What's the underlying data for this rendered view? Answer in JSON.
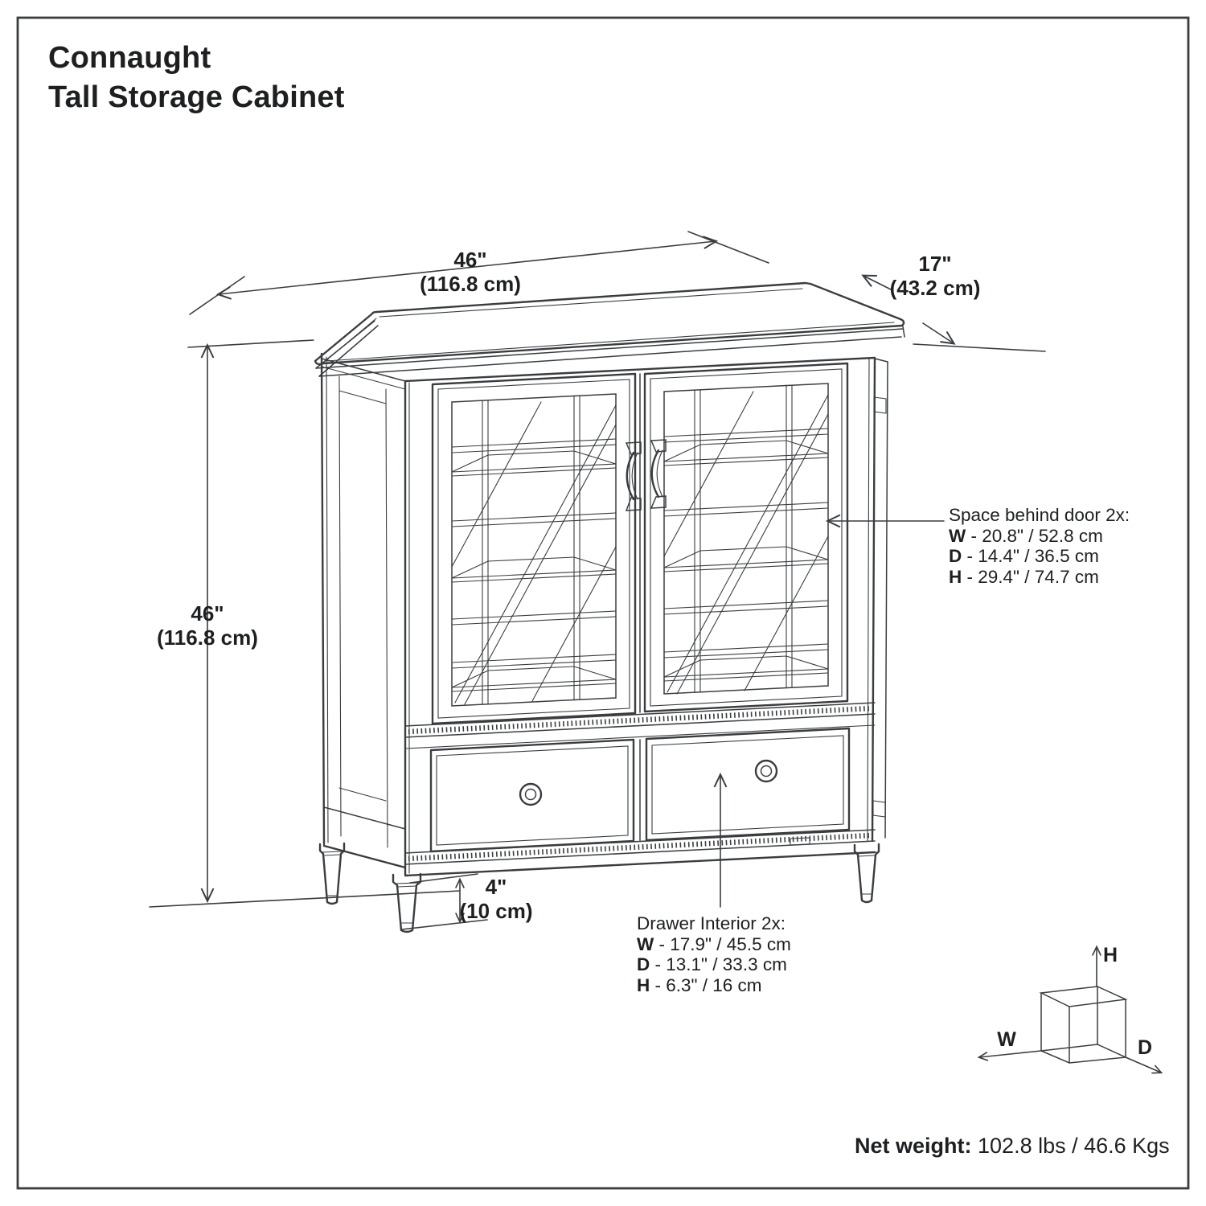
{
  "title": {
    "line1": "Connaught",
    "line2": "Tall Storage Cabinet"
  },
  "dims": {
    "width": {
      "in": "46\"",
      "cm": "(116.8 cm)"
    },
    "depth": {
      "in": "17\"",
      "cm": "(43.2 cm)"
    },
    "height": {
      "in": "46\"",
      "cm": "(116.8 cm)"
    },
    "leg": {
      "in": "4\"",
      "cm": "(10 cm)"
    }
  },
  "ann": {
    "space": {
      "heading": "Space behind door 2x:",
      "rows": [
        {
          "k": "W",
          "v": "- 20.8\" / 52.8 cm"
        },
        {
          "k": "D",
          "v": "- 14.4\" / 36.5 cm"
        },
        {
          "k": "H",
          "v": "- 29.4\" / 74.7 cm"
        }
      ]
    },
    "drawer": {
      "heading": "Drawer Interior 2x:",
      "rows": [
        {
          "k": "W",
          "v": "- 17.9\" / 45.5 cm"
        },
        {
          "k": "D",
          "v": "- 13.1\" / 33.3 cm"
        },
        {
          "k": "H",
          "v": "- 6.3\" / 16 cm"
        }
      ]
    }
  },
  "cube": {
    "w": "W",
    "h": "H",
    "d": "D"
  },
  "net": {
    "label": "Net weight:",
    "value": "102.8 lbs / 46.6 Kgs"
  },
  "colors": {
    "line": "#3a3d40",
    "text": "#1d1f21",
    "bg": "#ffffff"
  }
}
